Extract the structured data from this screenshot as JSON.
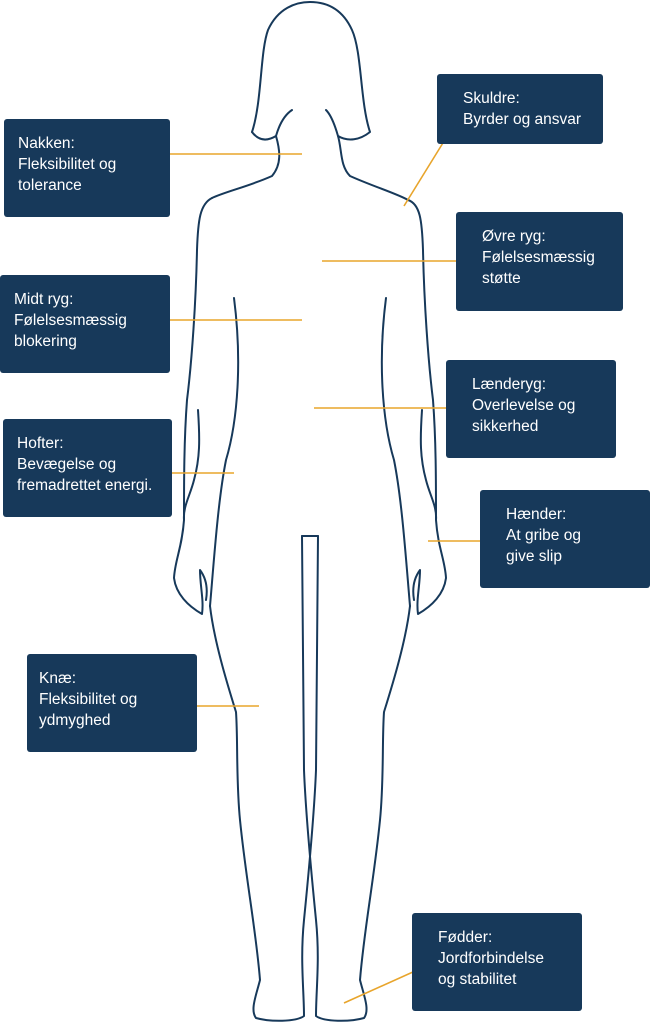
{
  "colors": {
    "box": "#17395a",
    "connector": "#e8a52c",
    "outline": "#17395a",
    "text": "#ffffff"
  },
  "labels": {
    "nakken": {
      "title": "Nakken:",
      "line1": "Fleksibilitet og",
      "line2": "tolerance"
    },
    "skuldre": {
      "title": "Skuldre:",
      "line1": "Byrder og ansvar"
    },
    "ovre": {
      "title": "Øvre ryg:",
      "line1": "Følelsesmæssig",
      "line2": "støtte"
    },
    "midt": {
      "title": "Midt ryg:",
      "line1": "Følelsesmæssig",
      "line2": "blokering"
    },
    "laender": {
      "title": "Lænderyg:",
      "line1": "Overlevelse og",
      "line2": "sikkerhed"
    },
    "hofter": {
      "title": "Hofter:",
      "line1": "Bevægelse og",
      "line2": "fremadrettet energi."
    },
    "haender": {
      "title": "Hænder:",
      "line1": "At gribe og",
      "line2": "give slip"
    },
    "knae": {
      "title": "Knæ:",
      "line1": "Fleksibilitet og",
      "line2": "ydmyghed"
    },
    "fodder": {
      "title": "Fødder:",
      "line1": "Jordforbindelse",
      "line2": "og stabilitet"
    }
  }
}
